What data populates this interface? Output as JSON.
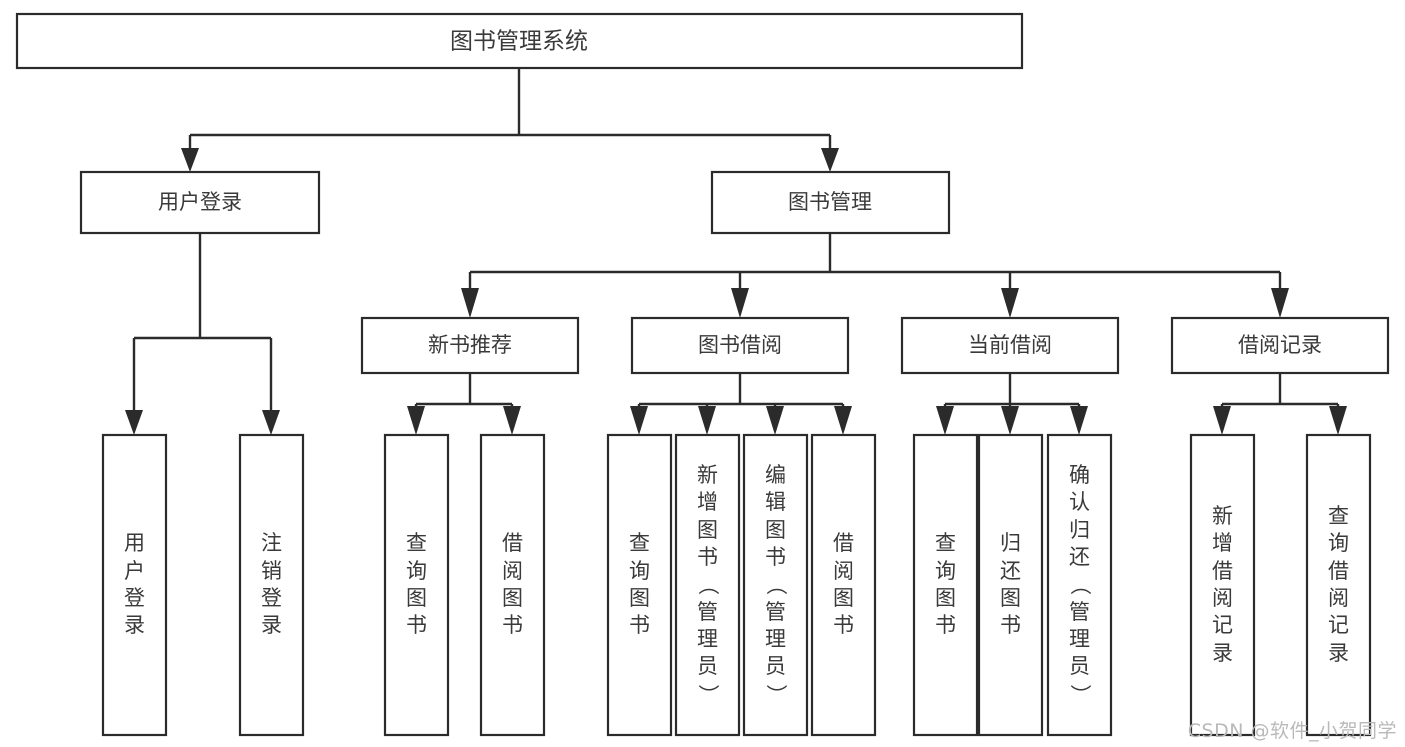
{
  "diagram": {
    "type": "tree",
    "title": "图书管理系统",
    "watermark": "CSDN @软件_小贺同学",
    "root": {
      "id": "root",
      "label": "图书管理系统",
      "orientation": "horizontal"
    },
    "level2": [
      {
        "id": "user-login",
        "label": "用户登录",
        "orientation": "horizontal"
      },
      {
        "id": "book-manage",
        "label": "图书管理",
        "orientation": "horizontal"
      }
    ],
    "level3": [
      {
        "id": "new-book-recommend",
        "label": "新书推荐",
        "parent": "book-manage",
        "orientation": "horizontal"
      },
      {
        "id": "book-borrow",
        "label": "图书借阅",
        "parent": "book-manage",
        "orientation": "horizontal"
      },
      {
        "id": "current-borrow",
        "label": "当前借阅",
        "parent": "book-manage",
        "orientation": "horizontal"
      },
      {
        "id": "borrow-record",
        "label": "借阅记录",
        "parent": "book-manage",
        "orientation": "horizontal"
      }
    ],
    "leaves": [
      {
        "id": "leaf-user-login",
        "parent": "user-login",
        "label": "用户登录",
        "chars": [
          "用",
          "户",
          "登",
          "录"
        ],
        "orientation": "vertical"
      },
      {
        "id": "leaf-user-logout",
        "parent": "user-login",
        "label": "注销登录",
        "chars": [
          "注",
          "销",
          "登",
          "录"
        ],
        "orientation": "vertical"
      },
      {
        "id": "leaf-query-book-1",
        "parent": "new-book-recommend",
        "label": "查询图书",
        "chars": [
          "查",
          "询",
          "图",
          "书"
        ],
        "orientation": "vertical"
      },
      {
        "id": "leaf-borrow-book-1",
        "parent": "new-book-recommend",
        "label": "借阅图书",
        "chars": [
          "借",
          "阅",
          "图",
          "书"
        ],
        "orientation": "vertical"
      },
      {
        "id": "leaf-query-book-2",
        "parent": "book-borrow",
        "label": "查询图书",
        "chars": [
          "查",
          "询",
          "图",
          "书"
        ],
        "orientation": "vertical"
      },
      {
        "id": "leaf-add-book",
        "parent": "book-borrow",
        "label": "新增图书（管理员）",
        "chars": [
          "新",
          "增",
          "图",
          "书",
          "（",
          "管",
          "理",
          "员",
          "）"
        ],
        "orientation": "vertical"
      },
      {
        "id": "leaf-edit-book",
        "parent": "book-borrow",
        "label": "编辑图书（管理员）",
        "chars": [
          "编",
          "辑",
          "图",
          "书",
          "（",
          "管",
          "理",
          "员",
          "）"
        ],
        "orientation": "vertical"
      },
      {
        "id": "leaf-borrow-book-2",
        "parent": "book-borrow",
        "label": "借阅图书",
        "chars": [
          "借",
          "阅",
          "图",
          "书"
        ],
        "orientation": "vertical"
      },
      {
        "id": "leaf-query-book-3",
        "parent": "current-borrow",
        "label": "查询图书",
        "chars": [
          "查",
          "询",
          "图",
          "书"
        ],
        "orientation": "vertical"
      },
      {
        "id": "leaf-return-book",
        "parent": "current-borrow",
        "label": "归还图书",
        "chars": [
          "归",
          "还",
          "图",
          "书"
        ],
        "orientation": "vertical"
      },
      {
        "id": "leaf-confirm-return",
        "parent": "current-borrow",
        "label": "确认归还（管理员）",
        "chars": [
          "确",
          "认",
          "归",
          "还",
          "（",
          "管",
          "理",
          "员",
          "）"
        ],
        "orientation": "vertical"
      },
      {
        "id": "leaf-add-record",
        "parent": "borrow-record",
        "label": "新增借阅记录",
        "chars": [
          "新",
          "增",
          "借",
          "阅",
          "记",
          "录"
        ],
        "orientation": "vertical"
      },
      {
        "id": "leaf-query-record",
        "parent": "borrow-record",
        "label": "查询借阅记录",
        "chars": [
          "查",
          "询",
          "借",
          "阅",
          "记",
          "录"
        ],
        "orientation": "vertical"
      }
    ],
    "colors": {
      "stroke": "#2b2b2b",
      "fill": "#ffffff",
      "text": "#3a3a3a",
      "watermark": "#b9b9b9",
      "background": "#ffffff"
    }
  }
}
